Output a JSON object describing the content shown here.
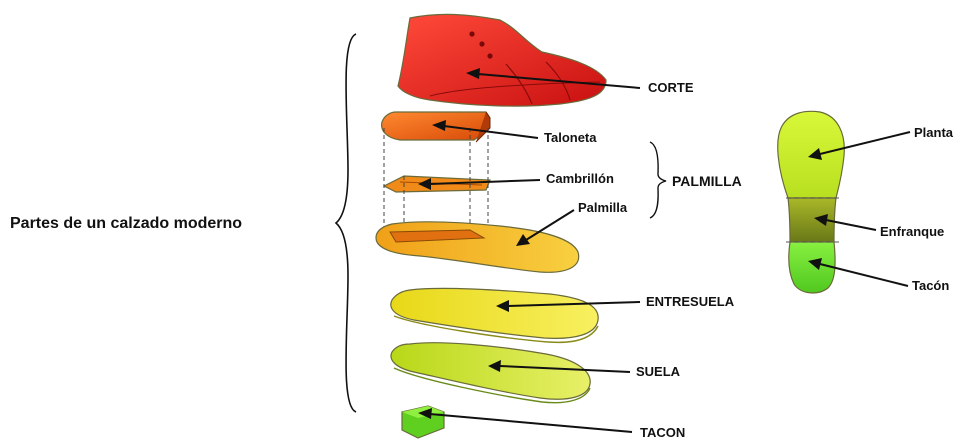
{
  "diagram": {
    "main_label": "Partes de un calzado moderno",
    "group_label": "PALMILLA",
    "parts": {
      "corte": "CORTE",
      "taloneta": "Taloneta",
      "cambrillon": "Cambrillón",
      "palmilla": "Palmilla",
      "entresuela": "ENTRESUELA",
      "suela": "SUELA",
      "tacon": "TACON"
    },
    "sole_zones": {
      "planta": "Planta",
      "enfranque": "Enfranque",
      "tacon": "Tacón"
    },
    "colors": {
      "corte": "#e8201e",
      "taloneta": "#f06a10",
      "cambrillon": "#f08a18",
      "palmilla": "#f0b020",
      "entresuela": "#e8e020",
      "suela": "#c8e020",
      "tacon": "#60d020",
      "planta": "#c8f020",
      "enfranque": "#8a9a20",
      "tacon_zone": "#70e030"
    }
  }
}
